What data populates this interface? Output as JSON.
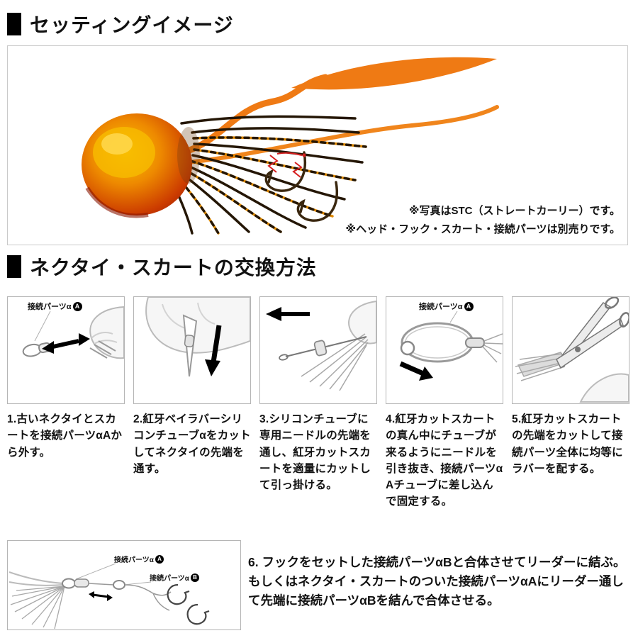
{
  "sections": {
    "setting": {
      "title": "セッティングイメージ"
    },
    "replace": {
      "title": "ネクタイ・スカートの交換方法"
    }
  },
  "notes": [
    "※写真はSTC（ストレートカーリー）です。",
    "※ヘッド・フック・スカート・接続パーツは別売りです。"
  ],
  "connector_label": "接続パーツα",
  "badges": {
    "a": "A",
    "b": "B"
  },
  "steps": [
    "1.古いネクタイとスカートを接続パーツαAから外す。",
    "2.紅牙ベイラバーシリコンチューブαをカットしてネクタイの先端を通す。",
    "3.シリコンチューブに専用ニードルの先端を通し、紅牙カットスカートを適量にカットして引っ掛ける。",
    "4.紅牙カットスカートの真ん中にチューブが来るようにニードルを引き抜き、接続パーツαAチューブに差し込んで固定する。",
    "5.紅牙カットスカートの先端をカットして接続パーツ全体に均等にラバーを配する。"
  ],
  "step6": "6. フックをセットした接続パーツαBと合体させてリーダーに結ぶ。もしくはネクタイ・スカートのついた接続パーツαAにリーダー通して先端に接続パーツαBを結んで合体させる。",
  "colors": {
    "necktie_orange": "#ef7a14",
    "head_red": "#c03000",
    "head_gold": "#f6b800",
    "accent_black": "#000000"
  }
}
